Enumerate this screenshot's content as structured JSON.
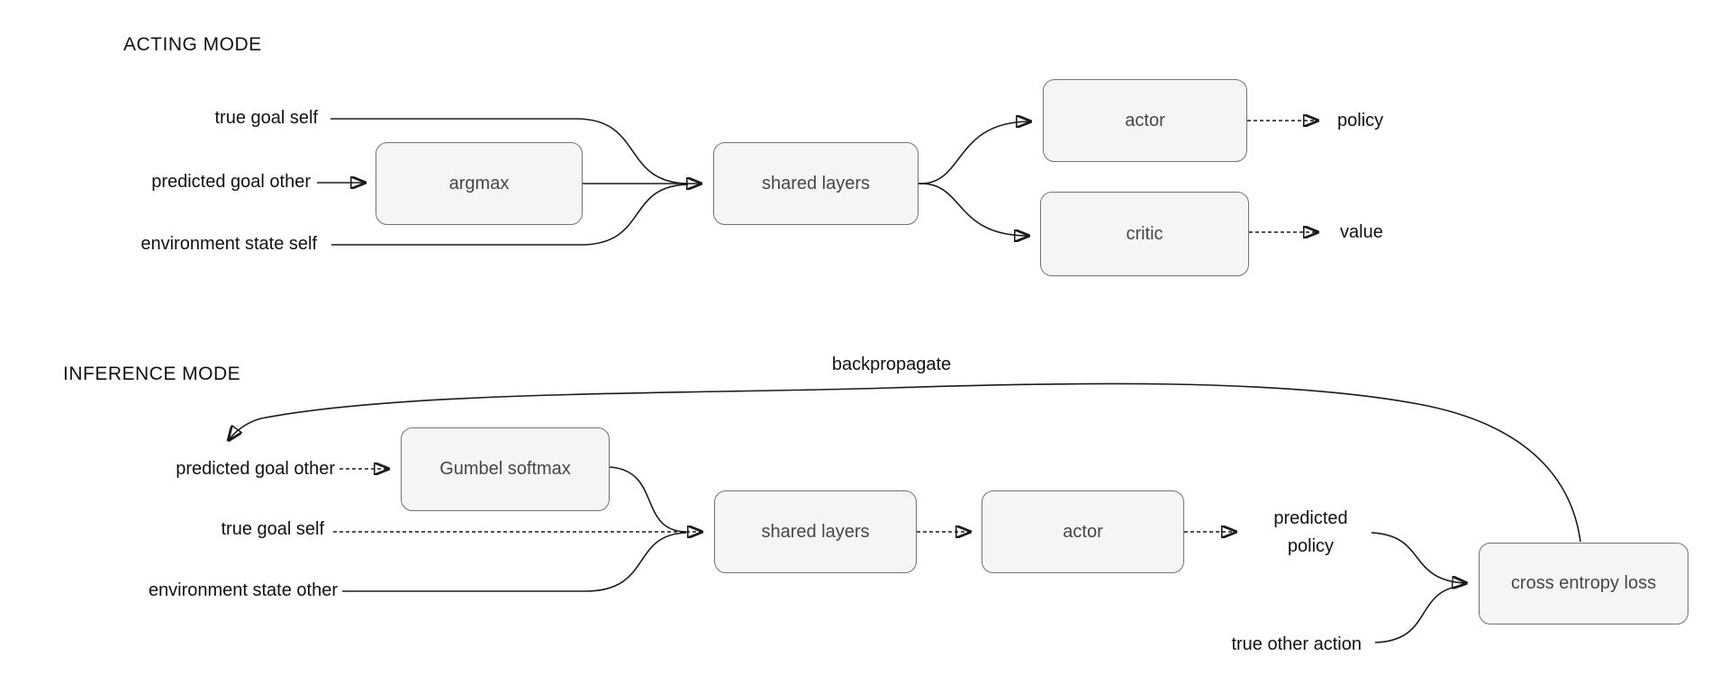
{
  "diagram": {
    "kind": "actor-critic training diagram",
    "colors": {
      "background": "#ffffff",
      "wire": "#1a1a1a",
      "node_fill": "#f5f5f5",
      "node_border": "#737373",
      "node_text": "#474747",
      "label_text": "#111111"
    },
    "acting_mode": {
      "title": "ACTING MODE",
      "inputs": {
        "true_goal_self": "true goal self",
        "predicted_goal_other": "predicted goal other",
        "environment_state_self": "environment state self"
      },
      "nodes": {
        "argmax": "argmax",
        "shared_layers": "shared layers",
        "actor": "actor",
        "critic": "critic"
      },
      "outputs": {
        "policy": "policy",
        "value": "value"
      }
    },
    "inference_mode": {
      "title": "INFERENCE MODE",
      "backpropagate_label": "backpropagate",
      "inputs": {
        "predicted_goal_other": "predicted goal other",
        "true_goal_self": "true goal self",
        "environment_state_other": "environment state other",
        "true_other_action": "true other action"
      },
      "nodes": {
        "gumbel_softmax": "Gumbel softmax",
        "shared_layers": "shared layers",
        "actor": "actor",
        "cross_entropy_loss": "cross entropy loss"
      },
      "outputs": {
        "predicted_policy": "predicted policy"
      }
    }
  }
}
